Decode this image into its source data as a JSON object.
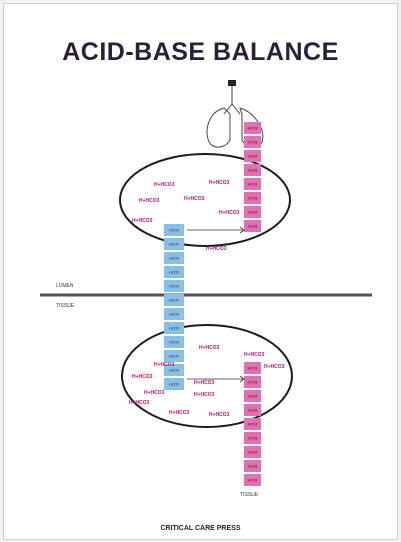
{
  "title": "ACID-BASE BALANCE",
  "publisher": "CRITICAL CARE PRESS",
  "labels": {
    "lumen": "LUMEN",
    "tissue": "TISSUE",
    "tissue_bottom": "TISSUE"
  },
  "colors": {
    "pink": "#e46fb1",
    "blue": "#86c0e6",
    "ion_text": "#b4156d",
    "line": "#1c1c1c",
    "title": "#2b1f3a"
  },
  "ion_label": "H+HCO3",
  "column_label": "HCO3"
}
